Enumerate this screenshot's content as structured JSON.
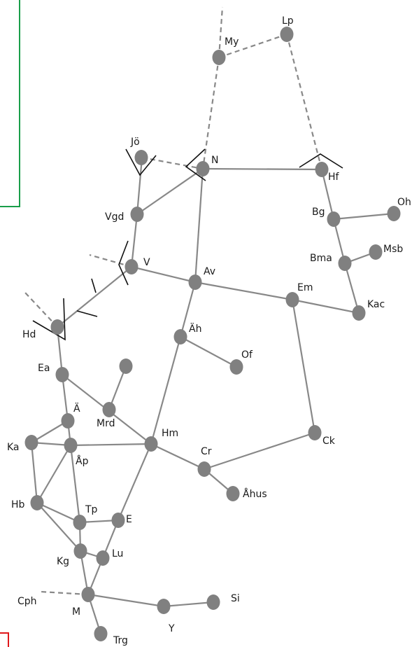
{
  "map": {
    "colors": {
      "edge": "#888888",
      "node": "#808080",
      "label": "#1a1a1a",
      "frame_green": "#1a9e4a",
      "frame_red": "#e0181b"
    },
    "nodes": {
      "My": "My",
      "Lp": "Lp",
      "Jo": "Jö",
      "N": "N",
      "Hf": "Hf",
      "Vgd": "Vgd",
      "Bg": "Bg",
      "Oh": "Oh",
      "Bma": "Bma",
      "Msb": "Msb",
      "V": "V",
      "Av": "Av",
      "Em": "Em",
      "Kac": "Kac",
      "Hd": "Hd",
      "Ah": "Äh",
      "Of": "Of",
      "Ea": "Ea",
      "A": "Ä",
      "Mrd": "Mrd",
      "Hm": "Hm",
      "Ck": "Ck",
      "Ka": "Ka",
      "Ap": "Åp",
      "Cr": "Cr",
      "Ahus": "Åhus",
      "Hb": "Hb",
      "Tp": "Tp",
      "E": "E",
      "Kg": "Kg",
      "Lu": "Lu",
      "Cph": "Cph",
      "M": "M",
      "Si": "Si",
      "Y": "Y",
      "Trg": "Trg"
    }
  }
}
